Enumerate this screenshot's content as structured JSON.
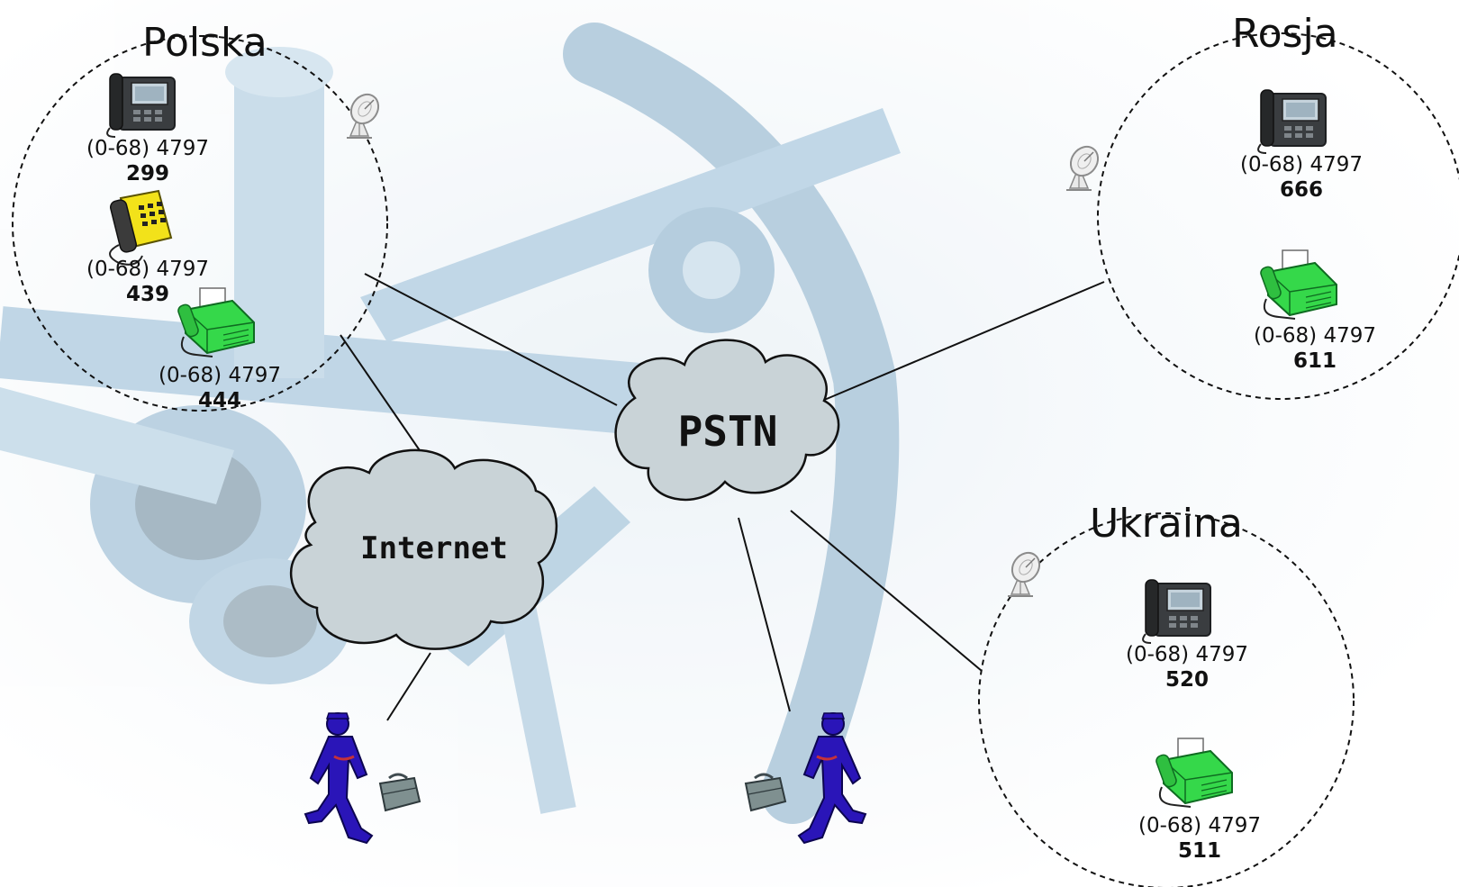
{
  "regions": {
    "poland": {
      "title": "Polska",
      "devices": [
        {
          "kind": "ip-phone-icon",
          "prefix": "(0-68) 4797",
          "ext": "299"
        },
        {
          "kind": "desk-phone-icon",
          "prefix": "(0-68) 4797",
          "ext": "439"
        },
        {
          "kind": "fax-icon",
          "prefix": "(0-68) 4797",
          "ext": "444"
        }
      ]
    },
    "russia": {
      "title": "Rosja",
      "devices": [
        {
          "kind": "ip-phone-icon",
          "prefix": "(0-68) 4797",
          "ext": "666"
        },
        {
          "kind": "fax-icon",
          "prefix": "(0-68) 4797",
          "ext": "611"
        }
      ]
    },
    "ukraine": {
      "title": "Ukraina",
      "devices": [
        {
          "kind": "ip-phone-icon",
          "prefix": "(0-68) 4797",
          "ext": "520"
        },
        {
          "kind": "fax-icon",
          "prefix": "(0-68) 4797",
          "ext": "511"
        }
      ]
    }
  },
  "clouds": {
    "pstn": "PSTN",
    "internet": "Internet"
  },
  "icons": [
    "satellite-dish-icon",
    "traveler-icon",
    "briefcase-icon"
  ],
  "colors": {
    "cloud_fill": "#c9d3d7",
    "traveler": "#2a15b8",
    "fax": "#35d84a",
    "desk_phone": "#f2e21a",
    "background_art": "#9dc4dc"
  }
}
